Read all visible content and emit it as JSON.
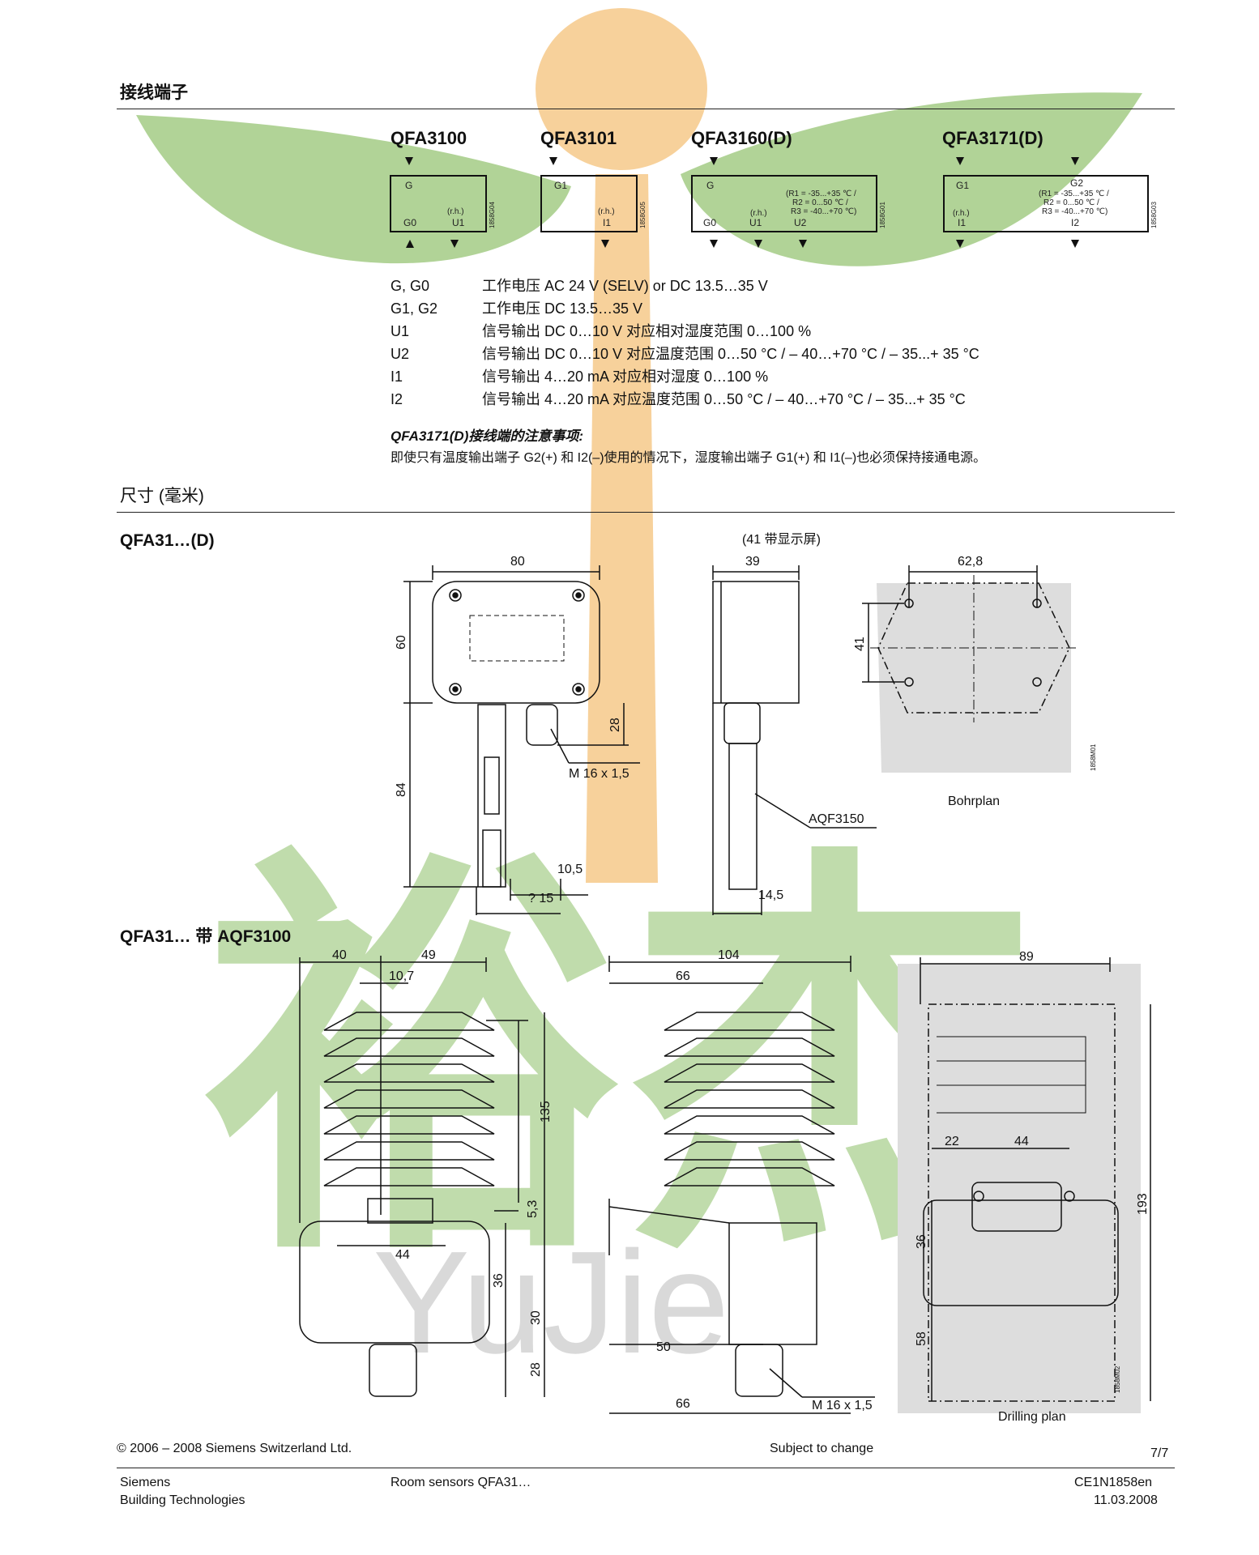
{
  "watermark": {
    "text_cn": "裕杰",
    "text_en": "YuJie",
    "leaf_color": "#9bc77a",
    "sun_color": "#f6c98a"
  },
  "wiring": {
    "section_title": "接线端子",
    "models": [
      {
        "name": "QFA3100",
        "terminals_top": [
          "G"
        ],
        "terminals_bottom": [
          "G0",
          "U1"
        ],
        "rh": "(r.h.)",
        "code": "1858G04"
      },
      {
        "name": "QFA3101",
        "terminals_top": [
          "G1"
        ],
        "terminals_bottom": [
          "I1"
        ],
        "rh": "(r.h.)",
        "code": "1858G05"
      },
      {
        "name": "QFA3160(D)",
        "terminals_top": [
          "G"
        ],
        "terminals_bottom": [
          "G0",
          "U1",
          "U2"
        ],
        "rh": "(r.h.)",
        "code": "1858G01",
        "ranges": [
          "(R1 = -35...+35 ℃ /",
          "R2 = 0...50 ℃ /",
          "R3 = -40...+70 ℃)"
        ]
      },
      {
        "name": "QFA3171(D)",
        "terminals_top": [
          "G1",
          "G2"
        ],
        "terminals_bottom": [
          "I1",
          "I2"
        ],
        "rh": "(r.h.)",
        "code": "1858G03",
        "ranges": [
          "(R1 = -35...+35 ℃ /",
          "R2 = 0...50 ℃ /",
          "R3 = -40...+70 ℃)"
        ]
      }
    ],
    "terminals": [
      {
        "key": "G, G0",
        "desc": "工作电压 AC 24 V (SELV) or DC 13.5…35 V"
      },
      {
        "key": "G1, G2",
        "desc": "工作电压 DC 13.5…35 V"
      },
      {
        "key": "U1",
        "desc": "信号输出 DC 0…10 V 对应相对湿度范围 0…100 %"
      },
      {
        "key": "U2",
        "desc": "信号输出 DC 0…10 V 对应温度范围 0…50 °C / – 40…+70 °C / – 35...+ 35 °C"
      },
      {
        "key": "I1",
        "desc": "信号输出 4…20 mA 对应相对湿度 0…100 %"
      },
      {
        "key": "I2",
        "desc": "信号输出 4…20 mA 对应温度范围 0…50 °C / – 40…+70 °C / – 35...+ 35 °C"
      }
    ],
    "note_title": "QFA3171(D)接线端的注意事项:",
    "note_body": "即使只有温度输出端子 G2(+) 和 I2(–)使用的情况下，湿度输出端子 G1(+) 和 I1(–)也必须保持接通电源。"
  },
  "dimensions": {
    "section_title": "尺寸 (毫米)",
    "group1": {
      "label": "QFA31…(D)",
      "display_note": "(41 带显示屏)",
      "front": {
        "width": "80",
        "height": "60",
        "probe_len": "84",
        "gland": "28",
        "thread": "M 16 x 1,5",
        "offset1": "10,5",
        "offset2": "? 15"
      },
      "side": {
        "depth": "39",
        "probe": "AQF3150",
        "offset": "14,5"
      },
      "bohrplan": {
        "width": "62,8",
        "height": "41",
        "code": "1858M01",
        "label": "Bohrplan"
      }
    },
    "group2": {
      "label": "QFA31… 带 AQF3100",
      "front": {
        "w_left": "40",
        "w_right": "49",
        "offset": "10,7",
        "height": "135",
        "gap": "5,3",
        "hole": "44",
        "h1": "36",
        "h2": "30",
        "h3": "28"
      },
      "side": {
        "width": "104",
        "inner": "66",
        "bottom1": "50",
        "bottom2": "66",
        "thread": "M 16 x 1,5"
      },
      "drilling": {
        "width": "89",
        "d1": "22",
        "d2": "44",
        "height": "193",
        "h1": "36",
        "h2": "58",
        "code": "1858M02",
        "label": "Drilling plan"
      }
    }
  },
  "footer": {
    "copyright": "© 2006 – 2008 Siemens Switzerland Ltd.",
    "subject": "Subject to change",
    "page": "7/7",
    "company1": "Siemens",
    "company2": "Building Technologies",
    "product": "Room sensors QFA31…",
    "doc_code": "CE1N1858en",
    "date": "11.03.2008"
  }
}
